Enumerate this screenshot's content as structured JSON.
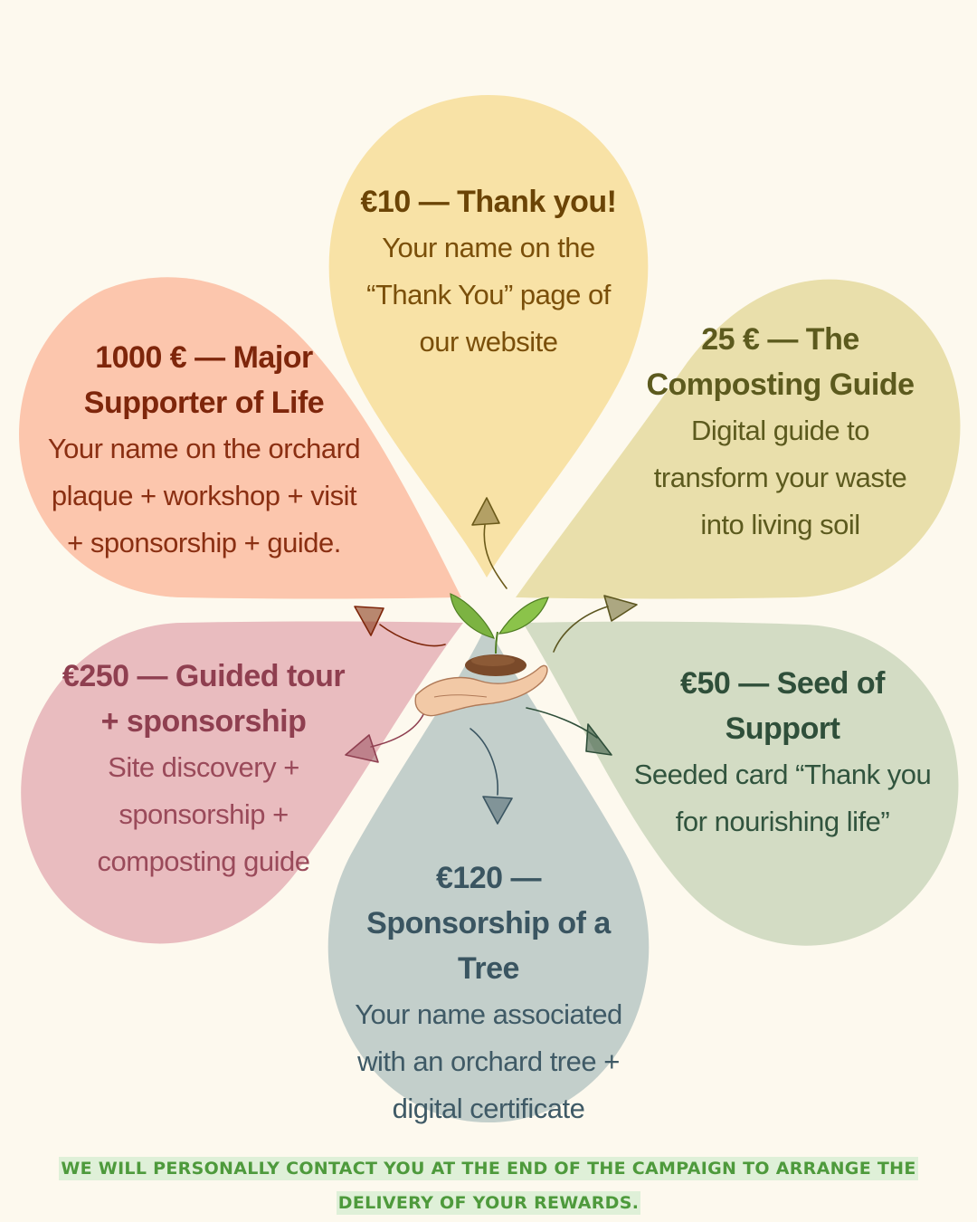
{
  "tiers": [
    {
      "id": "t10",
      "title": "€10 — Thank you!",
      "description": "Your name on the “Thank You” page of our website",
      "color": "#f8e2a6"
    },
    {
      "id": "t25",
      "title": "25 € — The Composting Guide",
      "description": "Digital guide to transform your waste into living soil",
      "color": "#e9dfab"
    },
    {
      "id": "t50",
      "title": "€50 — Seed of Support",
      "description": "Seeded card “Thank you for nourishing life”",
      "color": "#d3dcc4"
    },
    {
      "id": "t120",
      "title": "€120 — Sponsorship of a Tree",
      "description": "Your name associated with an orchard tree + digital certificate",
      "color": "#c3cfcb"
    },
    {
      "id": "t250",
      "title": "€250 — Guided tour + sponsorship",
      "description": "Site discovery + sponsorship + composting guide",
      "color": "#e9bcbf"
    },
    {
      "id": "t1000",
      "title": "1000 € — Major Supporter of Life",
      "description": "Your name on the orchard plaque + workshop + visit + sponsorship + guide.",
      "color": "#fcc6ad"
    }
  ],
  "footer": {
    "text": "We will personally contact you at the end of the campaign to arrange the delivery of your rewards."
  },
  "icons": {
    "center": "hand-holding-seedling-icon",
    "arrows": "sketch-arrow-icon"
  }
}
